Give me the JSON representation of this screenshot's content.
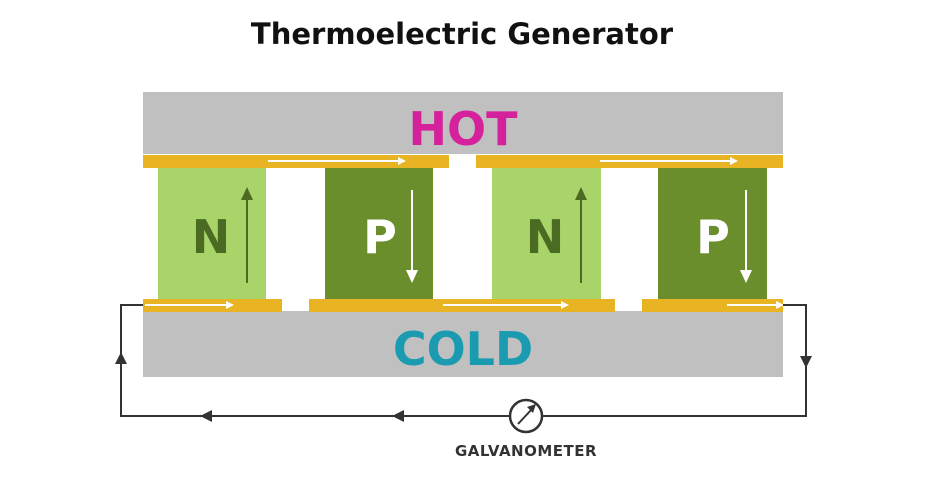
{
  "title": "Thermoelectric Generator",
  "hot_label": "HOT",
  "cold_label": "COLD",
  "legs": [
    {
      "label": "N",
      "type": "n",
      "current": "up"
    },
    {
      "label": "P",
      "type": "p",
      "current": "down"
    },
    {
      "label": "N",
      "type": "n",
      "current": "up"
    },
    {
      "label": "P",
      "type": "p",
      "current": "down"
    }
  ],
  "meter_label": "GALVANOMETER",
  "colors": {
    "title": "#111111",
    "plate": "#c0c0c0",
    "hot": "#d6219c",
    "cold": "#1a9bb0",
    "conductor": "#e8b423",
    "n_leg": "#a8d46a",
    "p_leg": "#6b8e2c",
    "n_text": "#4b6b22",
    "p_text": "#ffffff",
    "wire": "#333333",
    "flow_arrow": "#ffffff"
  }
}
